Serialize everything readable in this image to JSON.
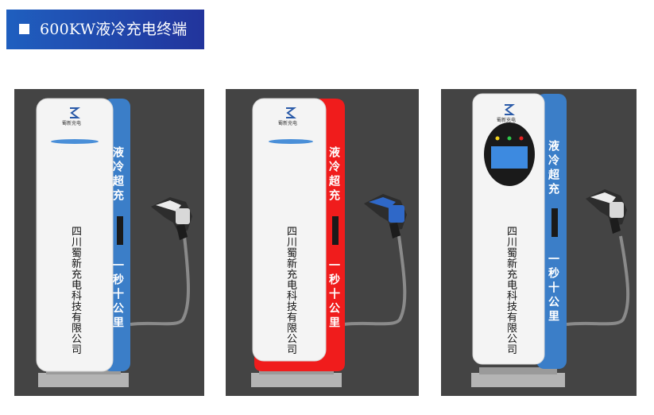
{
  "header": {
    "title": "600KW液冷充电终端"
  },
  "chargers": [
    {
      "id": "blue",
      "accent": "#3b7ec8",
      "slogan_top": "液冷超充",
      "slogan_bottom": "一秒十公里",
      "company": "四川蜀新充电科技有限公司",
      "variant": "blue"
    },
    {
      "id": "red",
      "accent": "#f01c1c",
      "slogan_top": "液冷超充",
      "slogan_bottom": "一秒十公里",
      "company": "四川蜀新充电科技有限公司",
      "variant": "red"
    },
    {
      "id": "screen",
      "accent": "#3b7ec8",
      "slogan_top": "液冷超充",
      "slogan_bottom": "一秒十公里",
      "company": "四川蜀新充电科技有限公司",
      "variant": "screen"
    }
  ],
  "icons": {
    "header_bullet": "square-bullet-icon",
    "brand_logo": "brand-s-logo-icon",
    "plug": "charging-gun-icon"
  },
  "colors": {
    "header_bg": "#22349c",
    "panel_bg": "#444444",
    "body_white": "#f4f4f4",
    "stand": "#b4b4b4",
    "screen": "#3d8ae0"
  }
}
